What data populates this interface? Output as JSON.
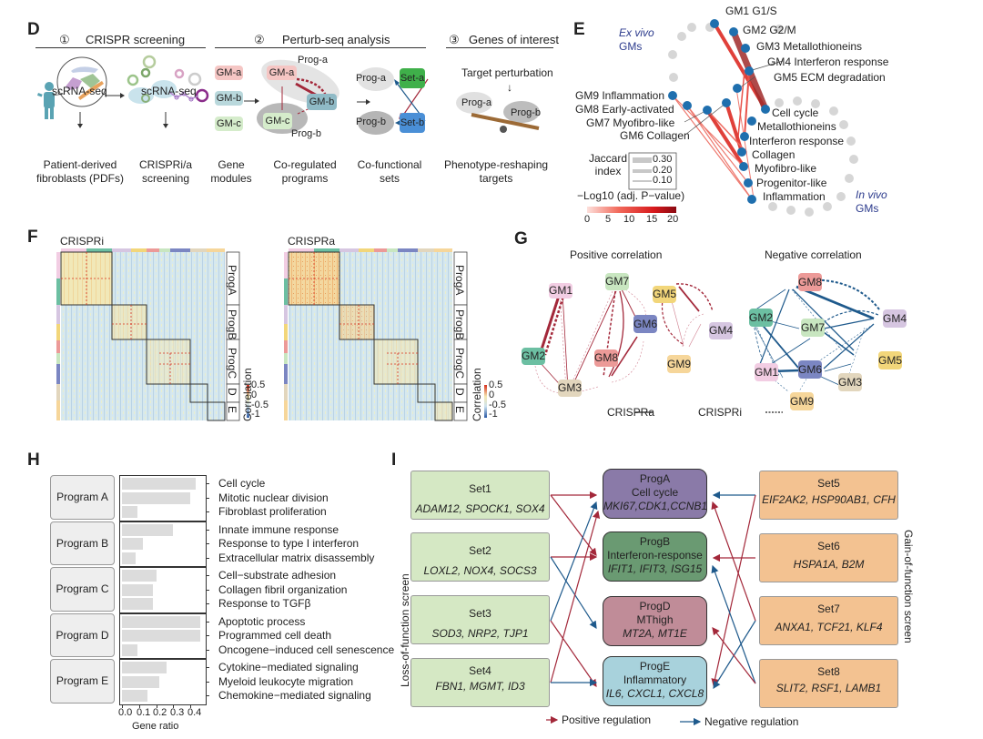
{
  "panels": {
    "D": {
      "label": "D",
      "section1": {
        "number": "①",
        "title": "CRISPR screening"
      },
      "section2": {
        "number": "②",
        "title": "Perturb-seq analysis"
      },
      "section3": {
        "number": "③",
        "title": "Genes of interest"
      },
      "scrna1": "scRNA-seq",
      "scrna2": "scRNA-seq",
      "gm_a": "GM-a",
      "gm_b": "GM-b",
      "gm_c": "GM-c",
      "prog_a": "Prog-a",
      "prog_b": "Prog-b",
      "set_a": "Set-a",
      "set_b": "Set-b",
      "target_perturbation": "Target perturbation",
      "captions": [
        [
          "Patient-derived",
          "fibroblasts (PDFs)"
        ],
        [
          "CRISPRi/a",
          "screening"
        ],
        [
          "Gene",
          "modules"
        ],
        [
          "Co-regulated",
          "programs"
        ],
        [
          "Co-functional",
          "sets"
        ],
        [
          "Phenotype-reshaping",
          "targets"
        ]
      ]
    },
    "E": {
      "label": "E",
      "ex_vivo": [
        "Ex vivo",
        "GMs"
      ],
      "in_vivo": [
        "In vivo",
        "GMs"
      ],
      "ex_vivo_gms": [
        "GM1 G1/S",
        "GM2 G2/M",
        "GM3 Metallothioneins",
        "GM4 Interferon response",
        "GM5 ECM degradation",
        "GM6 Collagen",
        "GM7 Myofibro-like",
        "GM8 Early-activated",
        "GM9 Inflammation"
      ],
      "in_vivo_gms": [
        "Cell cycle",
        "Metallothioneins",
        "Interferon response",
        "Collagen",
        "Myofibro-like",
        "Progenitor-like",
        "Inflammation"
      ],
      "jaccard_title": [
        "Jaccard",
        "index"
      ],
      "jaccard_values": [
        "0.30",
        "0.20",
        "0.10"
      ],
      "pvalue_title": "−Log10 (adj. P−value)",
      "pvalue_ticks": [
        "0",
        "5",
        "10",
        "15",
        "20"
      ],
      "colors": {
        "node": "#1f6fae",
        "grey_node": "#d6d6d6",
        "ex_label": "#2b3a8c"
      }
    },
    "F": {
      "label": "F",
      "crispri_title": "CRISPRi",
      "crispra_title": "CRISPRa",
      "programs": [
        "ProgA",
        "ProgB",
        "ProgC",
        "D",
        "E"
      ],
      "colorbar_title": "Correlation",
      "colorbar_ticks": [
        "0.5",
        "0",
        "-0.5",
        "-1"
      ]
    },
    "G": {
      "label": "G",
      "pos_title": "Positive correlation",
      "neg_title": "Negative correlation",
      "legend_a": "CRISPRa",
      "legend_i": "CRISPRi",
      "nodes": {
        "GM1": "GM1",
        "GM2": "GM2",
        "GM3": "GM3",
        "GM4": "GM4",
        "GM5": "GM5",
        "GM6": "GM6",
        "GM7": "GM7",
        "GM8": "GM8",
        "GM9": "GM9"
      },
      "node_colors": {
        "GM1": "#f2cde3",
        "GM2": "#6cbfa2",
        "GM3": "#e2d6bd",
        "GM4": "#d6c6e1",
        "GM5": "#f2d67a",
        "GM6": "#7b86c2",
        "GM7": "#c8e6c0",
        "GM8": "#ec9a98",
        "GM9": "#f6d69a"
      }
    },
    "H": {
      "label": "H",
      "xlabel": "Gene ratio",
      "xticks": [
        "0.0",
        "0.1",
        "0.2",
        "0.3",
        "0.4"
      ]
    },
    "I": {
      "label": "I",
      "left_axis": "Loss-of-function screen",
      "right_axis": "Gain-of-function screen",
      "sets_left": [
        {
          "name": "Set1",
          "genes": "ADAM12, SPOCK1, SOX4"
        },
        {
          "name": "Set2",
          "genes": "LOXL2, NOX4, SOCS3"
        },
        {
          "name": "Set3",
          "genes": "SOD3, NRP2, TJP1"
        },
        {
          "name": "Set4",
          "genes": "FBN1, MGMT, ID3"
        }
      ],
      "programs": [
        {
          "name": "ProgA",
          "desc": "Cell cycle",
          "genes": "MKI67,CDK1,CCNB1",
          "color": "#8a7aa8"
        },
        {
          "name": "ProgB",
          "desc": "Interferon-response",
          "genes": "IFIT1, IFIT3, ISG15",
          "color": "#6a9a72"
        },
        {
          "name": "ProgD",
          "desc": "MThigh",
          "genes": "MT2A, MT1E",
          "color": "#c08c98"
        },
        {
          "name": "ProgE",
          "desc": "Inflammatory",
          "genes": "IL6, CXCL1, CXCL8",
          "color": "#a8d2dc"
        }
      ],
      "sets_right": [
        {
          "name": "Set5",
          "genes": "EIF2AK2, HSP90AB1, CFH"
        },
        {
          "name": "Set6",
          "genes": "HSPA1A, B2M"
        },
        {
          "name": "Set7",
          "genes": "ANXA1, TCF21, KLF4"
        },
        {
          "name": "Set8",
          "genes": "SLIT2, RSF1, LAMB1"
        }
      ],
      "legend_pos": "Positive regulation",
      "legend_neg": "Negative regulation",
      "colors": {
        "positive": "#a3283a",
        "negative": "#1f5a8c",
        "left_set": "#d5e8c4",
        "right_set": "#f3c291"
      }
    }
  },
  "chart_data": [
    {
      "type": "bar",
      "title": "",
      "xlabel": "Gene ratio",
      "ylabel": "",
      "xlim": [
        0,
        0.48
      ],
      "orientation": "horizontal",
      "groups": [
        {
          "name": "Program A",
          "categories": [
            "Cell cycle",
            "Mitotic nuclear division",
            "Fibroblast proliferation"
          ],
          "values": [
            0.43,
            0.4,
            0.09
          ]
        },
        {
          "name": "Program B",
          "categories": [
            "Innate immune response",
            "Response to type I interferon",
            "Extracellular matrix disassembly"
          ],
          "values": [
            0.3,
            0.12,
            0.08
          ]
        },
        {
          "name": "Program C",
          "categories": [
            "Cell−substrate adhesion",
            "Collagen fibril organization",
            "Response to TGFβ"
          ],
          "values": [
            0.2,
            0.18,
            0.18
          ]
        },
        {
          "name": "Program D",
          "categories": [
            "Apoptotic process",
            "Programmed cell death",
            "Oncogene−induced cell senescence"
          ],
          "values": [
            0.46,
            0.46,
            0.09
          ]
        },
        {
          "name": "Program E",
          "categories": [
            "Cytokine−mediated signaling",
            "Myeloid leukocyte migration",
            "Chemokine−mediated signaling"
          ],
          "values": [
            0.26,
            0.22,
            0.15
          ]
        }
      ]
    }
  ]
}
